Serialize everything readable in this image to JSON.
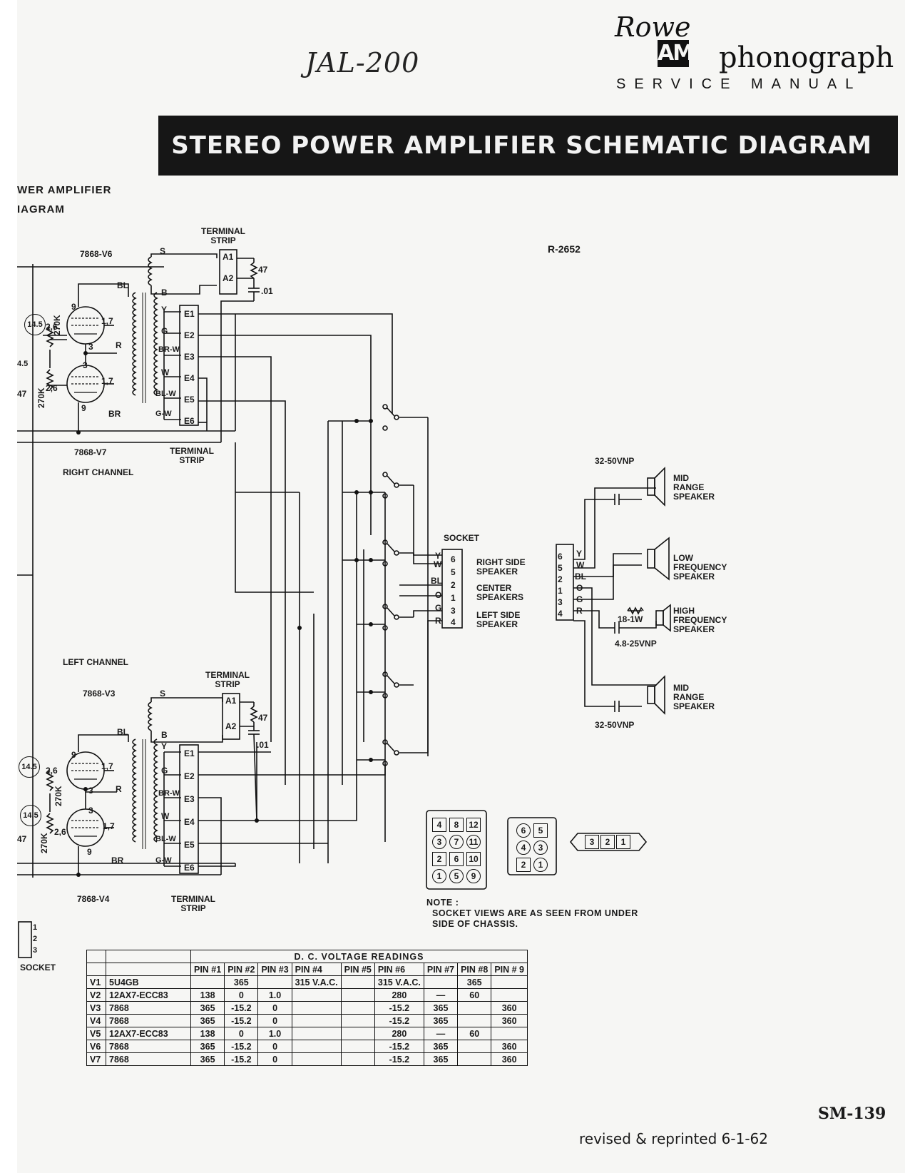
{
  "header": {
    "handwritten_model": "JAL-200",
    "logo_script": "Rowe",
    "logo_mark": "AMI",
    "brand": "phonograph",
    "manual": "SERVICE MANUAL"
  },
  "banner": {
    "title": "STEREO POWER AMPLIFIER SCHEMATIC DIAGRAM"
  },
  "left_fragment": {
    "line1": "WER AMPLIFIER",
    "line2": "IAGRAM"
  },
  "drawing_number": "R-2652",
  "right_channel": {
    "channel_label": "RIGHT CHANNEL",
    "tube_top": "7868-V6",
    "tube_bottom": "7868-V7",
    "terminal_strip_top": [
      "TERMINAL",
      "STRIP"
    ],
    "terminal_strip_bottom": [
      "TERMINAL",
      "STRIP"
    ]
  },
  "left_channel": {
    "channel_label": "LEFT CHANNEL",
    "tube_top": "7868-V3",
    "tube_bottom": "7868-V4",
    "terminal_strip_top": [
      "TERMINAL",
      "STRIP"
    ],
    "terminal_strip_bottom": [
      "TERMINAL",
      "STRIP"
    ]
  },
  "component_values": {
    "resistor_47": "47",
    "cap_01": ".01",
    "resistor_270k": "270K",
    "pins_26": "2,6",
    "pins_17": "1,7",
    "pin_9": "9",
    "pin_3": "3",
    "voltage_145": "14.5",
    "voltage_45": "4.5",
    "fragment_47": "47"
  },
  "transformer_leads": [
    "S",
    "B",
    "BL",
    "R",
    "BR",
    "Y",
    "G",
    "BR-W",
    "W",
    "BL-W",
    "G-W"
  ],
  "terminal_labels": [
    "A1",
    "A2"
  ],
  "terminals": [
    "E1",
    "E2",
    "E3",
    "E4",
    "E5",
    "E6"
  ],
  "socket": {
    "label": "SOCKET",
    "pins": [
      {
        "wire": "Y",
        "pin": "6"
      },
      {
        "wire": "W",
        "pin": "5"
      },
      {
        "wire": "BL",
        "pin": "2"
      },
      {
        "wire": "O",
        "pin": "1"
      },
      {
        "wire": "G",
        "pin": "3"
      },
      {
        "wire": "R",
        "pin": "4"
      }
    ],
    "groups": [
      [
        "RIGHT SIDE",
        "SPEAKER"
      ],
      [
        "CENTER",
        "SPEAKERS"
      ],
      [
        "LEFT SIDE",
        "SPEAKER"
      ]
    ]
  },
  "speaker_plug": {
    "pins": [
      "6",
      "5",
      "2",
      "1",
      "3",
      "4"
    ],
    "wires": [
      "Y",
      "W",
      "BL",
      "O",
      "G",
      "R"
    ]
  },
  "speakers": {
    "mid_top": [
      "MID",
      "RANGE",
      "SPEAKER"
    ],
    "low": [
      "LOW",
      "FREQUENCY",
      "SPEAKER"
    ],
    "high": [
      "HIGH",
      "FREQUENCY",
      "SPEAKER"
    ],
    "mid_bottom": [
      "MID",
      "RANGE",
      "SPEAKER"
    ],
    "cap_top": "32-50VNP",
    "cap_bottom": "32-50VNP",
    "resistor": "18-1W",
    "cap_high": "4.8-25VNP"
  },
  "small_socket": {
    "pins": [
      "1",
      "2",
      "3"
    ],
    "label": "SOCKET"
  },
  "socket_views": {
    "twelve": [
      "4",
      "8",
      "12",
      "3",
      "7",
      "11",
      "2",
      "6",
      "10",
      "1",
      "5",
      "9"
    ],
    "six": [
      "6",
      "5",
      "4",
      "3",
      "2",
      "1"
    ],
    "three": [
      "3",
      "2",
      "1"
    ]
  },
  "note": {
    "title": "NOTE :",
    "line1": "SOCKET VIEWS ARE AS SEEN FROM UNDER",
    "line2": "SIDE OF CHASSIS."
  },
  "voltage_table": {
    "title": "D. C. VOLTAGE READINGS",
    "headers": [
      "PIN #1",
      "PIN #2",
      "PIN #3",
      "PIN #4",
      "PIN #5",
      "PIN #6",
      "PIN #7",
      "PIN #8",
      "PIN # 9"
    ],
    "rows": [
      {
        "ref": "V1",
        "tube": "5U4GB",
        "cells": [
          "",
          "365",
          "",
          "315 V.A.C.",
          "",
          "315 V.A.C.",
          "",
          "365",
          ""
        ]
      },
      {
        "ref": "V2",
        "tube": "12AX7-ECC83",
        "cells": [
          "138",
          "0",
          "1.0",
          "",
          "",
          "280",
          "—",
          "60",
          ""
        ]
      },
      {
        "ref": "V3",
        "tube": "7868",
        "cells": [
          "365",
          "-15.2",
          "0",
          "",
          "",
          "-15.2",
          "365",
          "",
          "360"
        ]
      },
      {
        "ref": "V4",
        "tube": "7868",
        "cells": [
          "365",
          "-15.2",
          "0",
          "",
          "",
          "-15.2",
          "365",
          "",
          "360"
        ]
      },
      {
        "ref": "V5",
        "tube": "12AX7-ECC83",
        "cells": [
          "138",
          "0",
          "1.0",
          "",
          "",
          "280",
          "—",
          "60",
          ""
        ]
      },
      {
        "ref": "V6",
        "tube": "7868",
        "cells": [
          "365",
          "-15.2",
          "0",
          "",
          "",
          "-15.2",
          "365",
          "",
          "360"
        ]
      },
      {
        "ref": "V7",
        "tube": "7868",
        "cells": [
          "365",
          "-15.2",
          "0",
          "",
          "",
          "-15.2",
          "365",
          "",
          "360"
        ]
      }
    ]
  },
  "footer": {
    "doc_number": "SM-139",
    "revised": "revised & reprinted 6-1-62"
  }
}
